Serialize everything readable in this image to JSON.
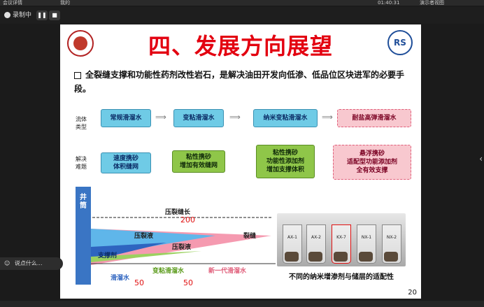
{
  "topbar": {
    "left1": "会议详情",
    "left2": "我的",
    "right1": "01:40:31",
    "right2": "演示者视图"
  },
  "recording": {
    "label": "录制中"
  },
  "sidebar_input": {
    "placeholder": "说点什么..."
  },
  "slide": {
    "title": "四、发展方向展望",
    "logo_right_text": "RS",
    "bullet": "全裂缝支撑和功能性药剂改性岩石，是解决油田开发向低渗、低品位区块进军的必要手段。",
    "row_labels": {
      "fluid": "流体\n类型",
      "solution": "解决\n难题"
    },
    "fluid_types": [
      "常规滑溜水",
      "变粘滑溜水",
      "纳米变粘滑溜水",
      "耐盐高弹滑溜水"
    ],
    "solutions": [
      "速度携砂\n体积缝网",
      "粘性携砂\n增加有效缝网",
      "粘性携砂\n功能性添加剂\n增加支撑体积",
      "悬浮携砂\n适配型功能添加剂\n全有效支撑"
    ],
    "diagram": {
      "well": "井\n筒",
      "length": "压裂缝长",
      "fracturing_fluid": "压裂液",
      "fracture": "裂缝",
      "proppant": "支撑剂",
      "slickwater": "滑溜水",
      "var_visc": "变粘滑溜水",
      "new_gen": "新一代滑溜水",
      "handwriting": [
        "200",
        "50",
        "50"
      ]
    },
    "photo_labels": [
      "AX-1",
      "AX-2",
      "KX-7",
      "NX-1",
      "NX-2"
    ],
    "caption": "不同的纳米增渗剂与储层的适配性",
    "page": "20"
  }
}
